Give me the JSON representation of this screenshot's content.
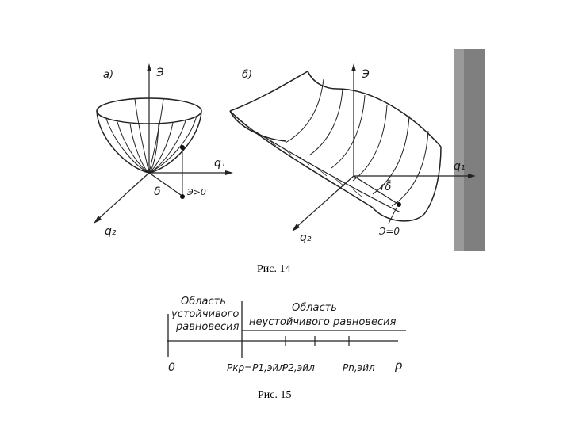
{
  "figure14": {
    "caption": "Рис. 14",
    "panel_a": {
      "label": "а)",
      "axis_vertical": "Э",
      "axis_q1": "q₁",
      "axis_q2": "q₂",
      "vector_label": "δ̄",
      "point_label": "Э>0"
    },
    "panel_b": {
      "label": "б)",
      "axis_vertical": "Э",
      "axis_q1": "q₁",
      "axis_q2": "q₂",
      "vector_label": "rδ̄",
      "point_label": "Э=0"
    }
  },
  "figure15": {
    "caption": "Рис. 15",
    "region_stable": [
      "Область",
      "устойчивого",
      "равновесия"
    ],
    "region_unstable": [
      "Область",
      "неустойчивого равновесия"
    ],
    "axis_origin": "0",
    "axis_label": "p",
    "tick_labels": {
      "critical": "Pкр=P1,эйл",
      "second": "P2,эйл",
      "nth": "Pn,эйл"
    }
  }
}
